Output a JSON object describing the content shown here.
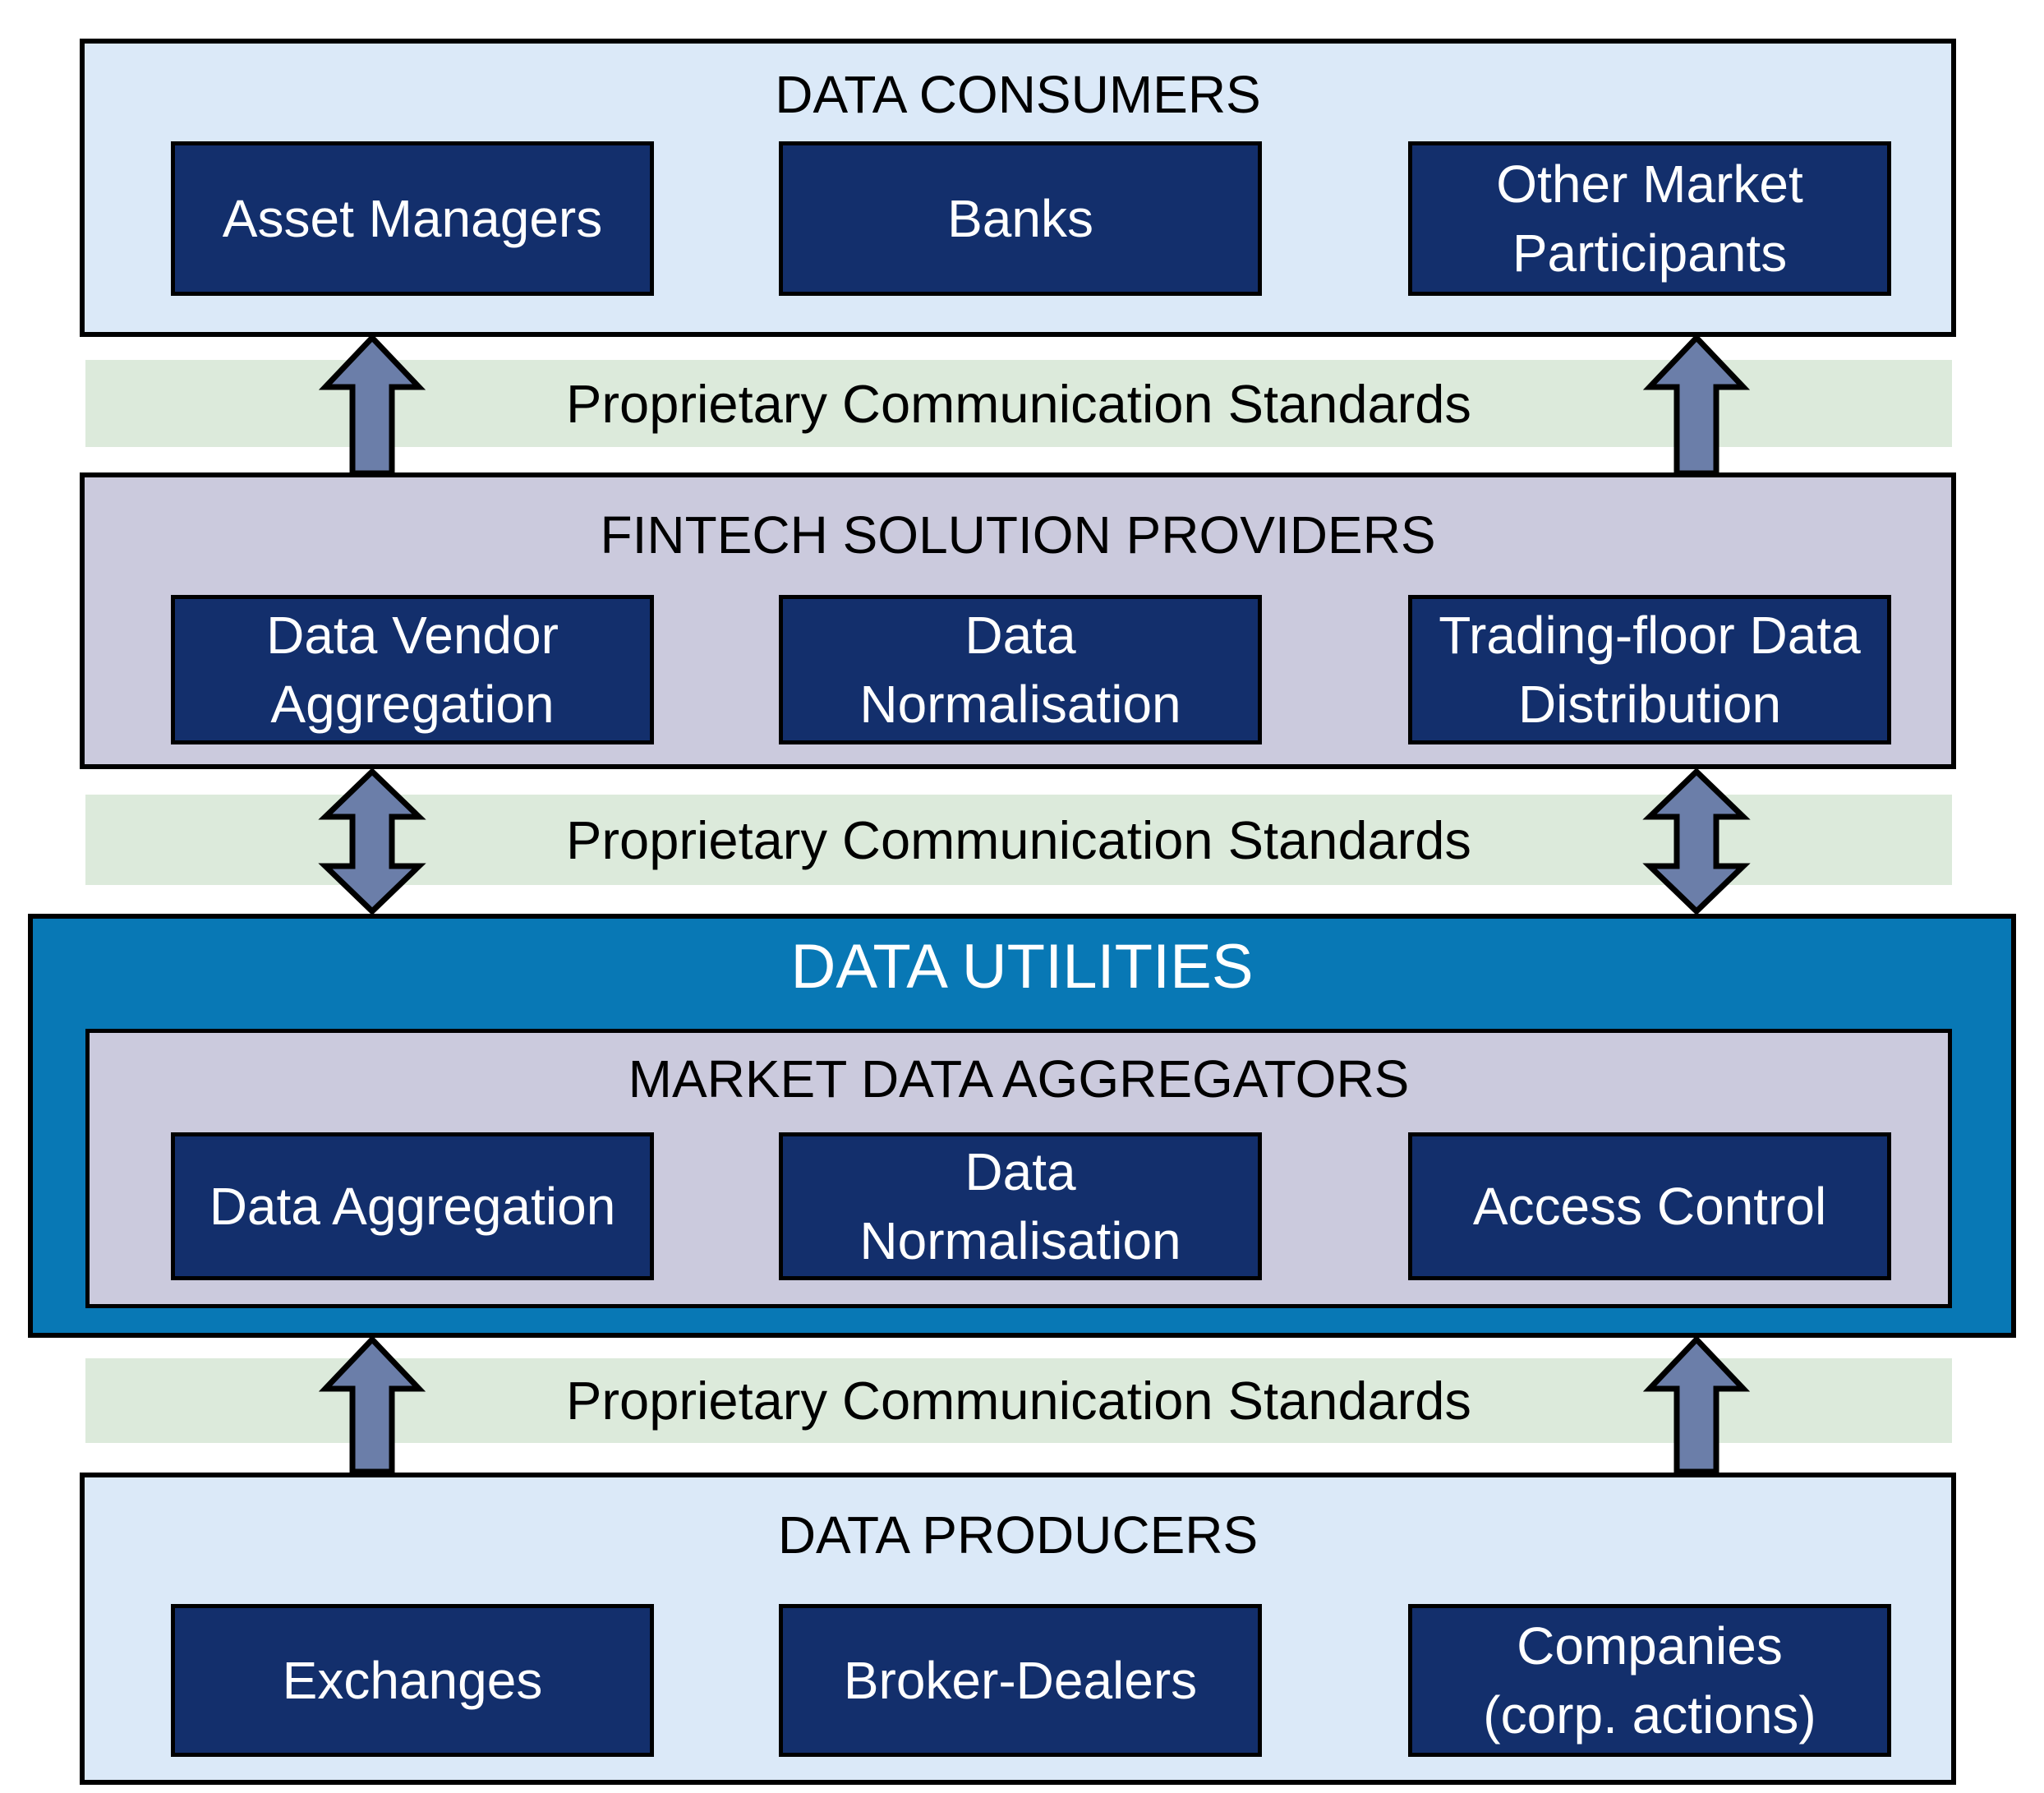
{
  "colors": {
    "page_bg": "#ffffff",
    "light_blue": "#dbe9f8",
    "lavender": "#cbcadd",
    "bright_blue": "#0878b5",
    "navy": "#132f6c",
    "green": "#dceadb",
    "arrow_fill": "#6b7ea9",
    "outline": "#000000",
    "title_text": "#000000",
    "box_text": "#ffffff"
  },
  "layers": {
    "consumers": {
      "title": "DATA CONSUMERS",
      "boxes": [
        "Asset Managers",
        "Banks",
        "Other Market\nParticipants"
      ]
    },
    "fintech": {
      "title": "FINTECH SOLUTION PROVIDERS",
      "boxes": [
        "Data Vendor\nAggregation",
        "Data\nNormalisation",
        "Trading-floor Data\nDistribution"
      ]
    },
    "utilities": {
      "title": "DATA UTILITIES",
      "aggregators": {
        "title": "MARKET DATA AGGREGATORS",
        "boxes": [
          "Data Aggregation",
          "Data\nNormalisation",
          "Access Control"
        ]
      }
    },
    "producers": {
      "title": "DATA PRODUCERS",
      "boxes": [
        "Exchanges",
        "Broker-Dealers",
        "Companies\n(corp. actions)"
      ]
    }
  },
  "bands": {
    "consumers_fintech": {
      "label": "Proprietary Communication Standards",
      "arrows": [
        "up",
        "up"
      ]
    },
    "fintech_utilities": {
      "label": "Proprietary Communication Standards",
      "arrows": [
        "bidirectional",
        "bidirectional"
      ]
    },
    "utilities_producers": {
      "label": "Proprietary Communication Standards",
      "arrows": [
        "up",
        "up"
      ]
    }
  }
}
